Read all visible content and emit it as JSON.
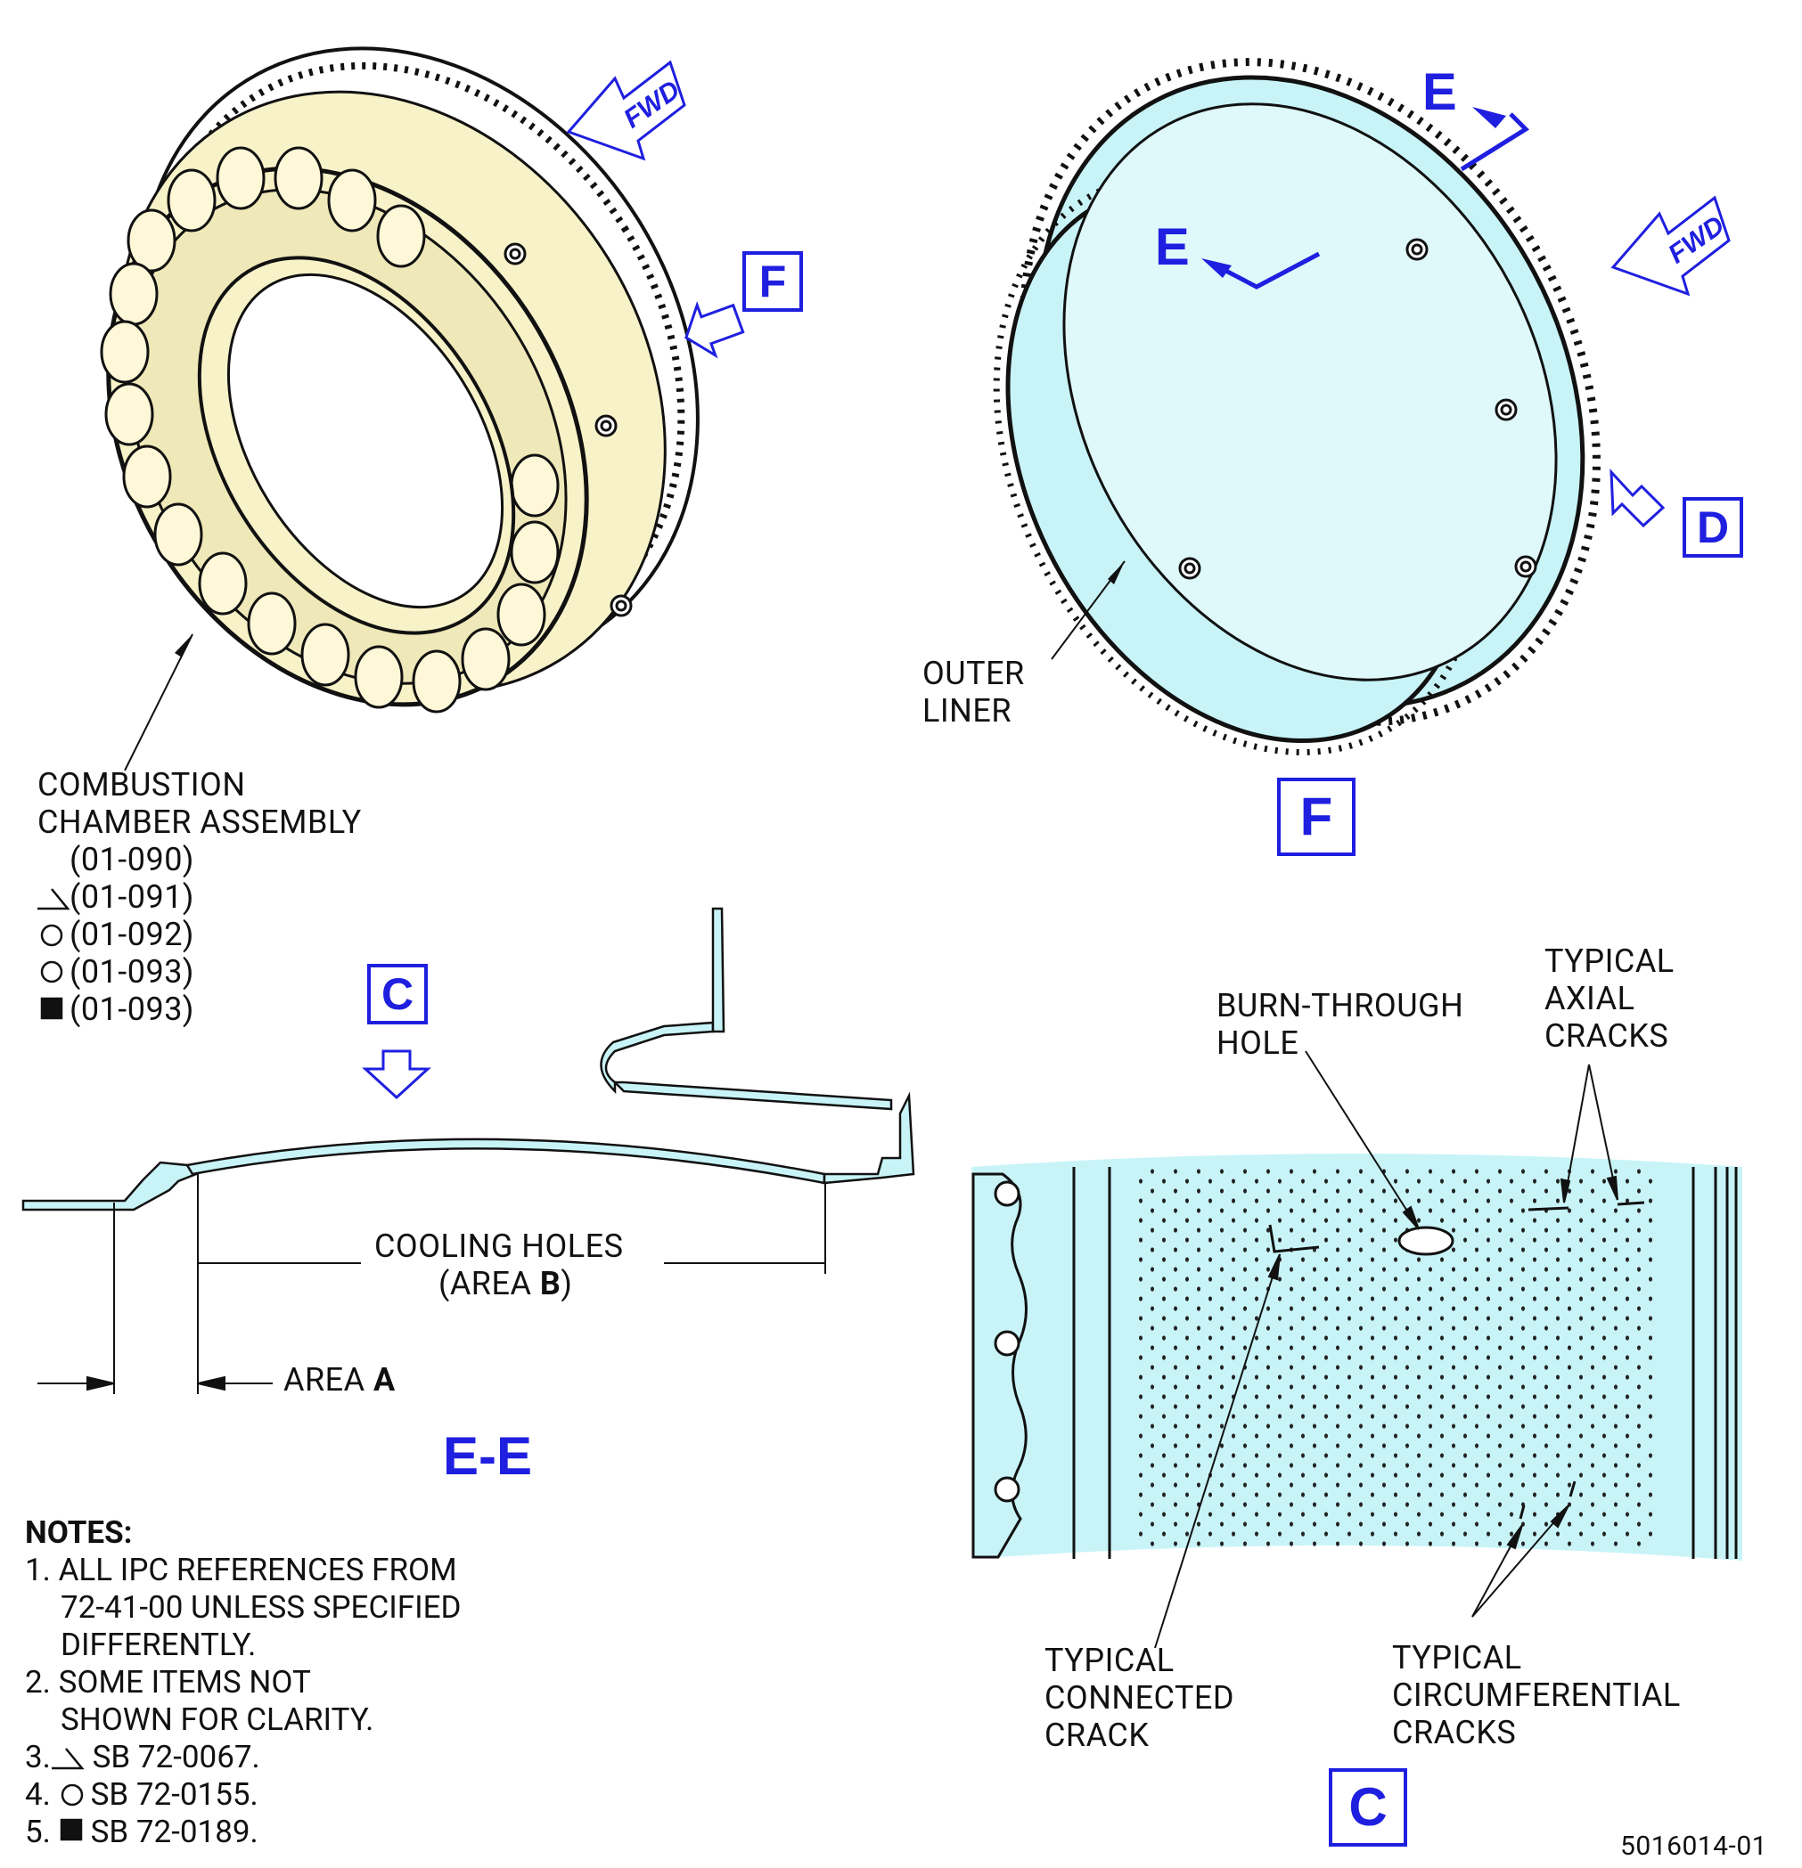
{
  "labels": {
    "combustion_title_1": "COMBUSTION",
    "combustion_title_2": "CHAMBER ASSEMBLY",
    "ipc_1": "(01-090)",
    "ipc_2": "(01-091)",
    "ipc_3": "(01-092)",
    "ipc_4": "(01-093)",
    "ipc_5": "(01-093)",
    "outer_liner_1": "OUTER",
    "outer_liner_2": "LINER",
    "cooling_1": "COOLING HOLES",
    "cooling_2a": "(AREA ",
    "cooling_2b": "B",
    "cooling_2c": ")",
    "area_a_1": "AREA ",
    "area_a_2": "A",
    "burn_1": "BURN-THROUGH",
    "burn_2": "HOLE",
    "axial_1": "TYPICAL",
    "axial_2": "AXIAL",
    "axial_3": "CRACKS",
    "conn_1": "TYPICAL",
    "conn_2": "CONNECTED",
    "conn_3": "CRACK",
    "circ_1": "TYPICAL",
    "circ_2": "CIRCUMFERENTIAL",
    "circ_3": "CRACKS",
    "fwd": "FWD",
    "drawing_number": "5016014-01"
  },
  "view_markers": {
    "f_top": "F",
    "d": "D",
    "e_upper": "E",
    "e_left": "E",
    "f_bottom": "F",
    "c_top": "C",
    "c_bottom": "C",
    "section_ee": "E-E"
  },
  "notes": {
    "title": "NOTES:",
    "n1_a": "1. ALL IPC REFERENCES FROM",
    "n1_b": "72-41-00 UNLESS SPECIFIED",
    "n1_c": "DIFFERENTLY.",
    "n2_a": "2. SOME ITEMS NOT",
    "n2_b": "SHOWN FOR CLARITY.",
    "n3": "SB 72-0067.",
    "n4": "SB 72-0155.",
    "n5": "SB 72-0189.",
    "n3_num": "3. ",
    "n4_num": "4. ",
    "n5_num": "5. "
  },
  "colors": {
    "accent_blue": "#1f1fe0",
    "liner_cyan": "#c8f4f8",
    "assembly_yellow": "#f8f2c8"
  }
}
